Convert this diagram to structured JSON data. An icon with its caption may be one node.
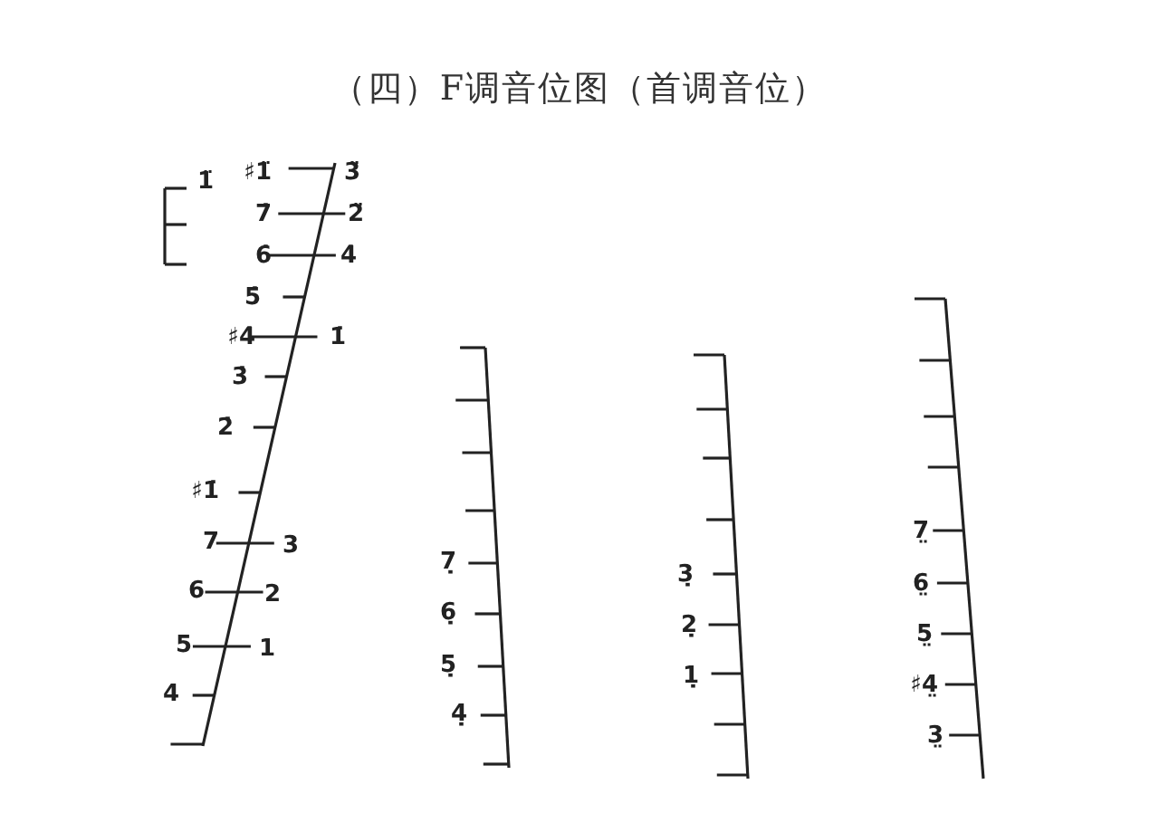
{
  "diagram": {
    "title": "（四）F调音位图（首调音位）",
    "labels": [
      "1̈",
      "♯1̈",
      "3̈",
      "7̇",
      "2̈",
      "6̇",
      "4̇",
      "5̇",
      "♯4̇",
      "1̇",
      "3̇",
      "2̇",
      "♯1̇",
      "7",
      "3",
      "6",
      "2",
      "5",
      "1",
      "4",
      "7̣",
      "6̣",
      "5̣",
      "4̣",
      "3̣",
      "2̣",
      "1̣",
      "7̤",
      "6̤",
      "5̤",
      "♯4̤",
      "3̤"
    ]
  }
}
